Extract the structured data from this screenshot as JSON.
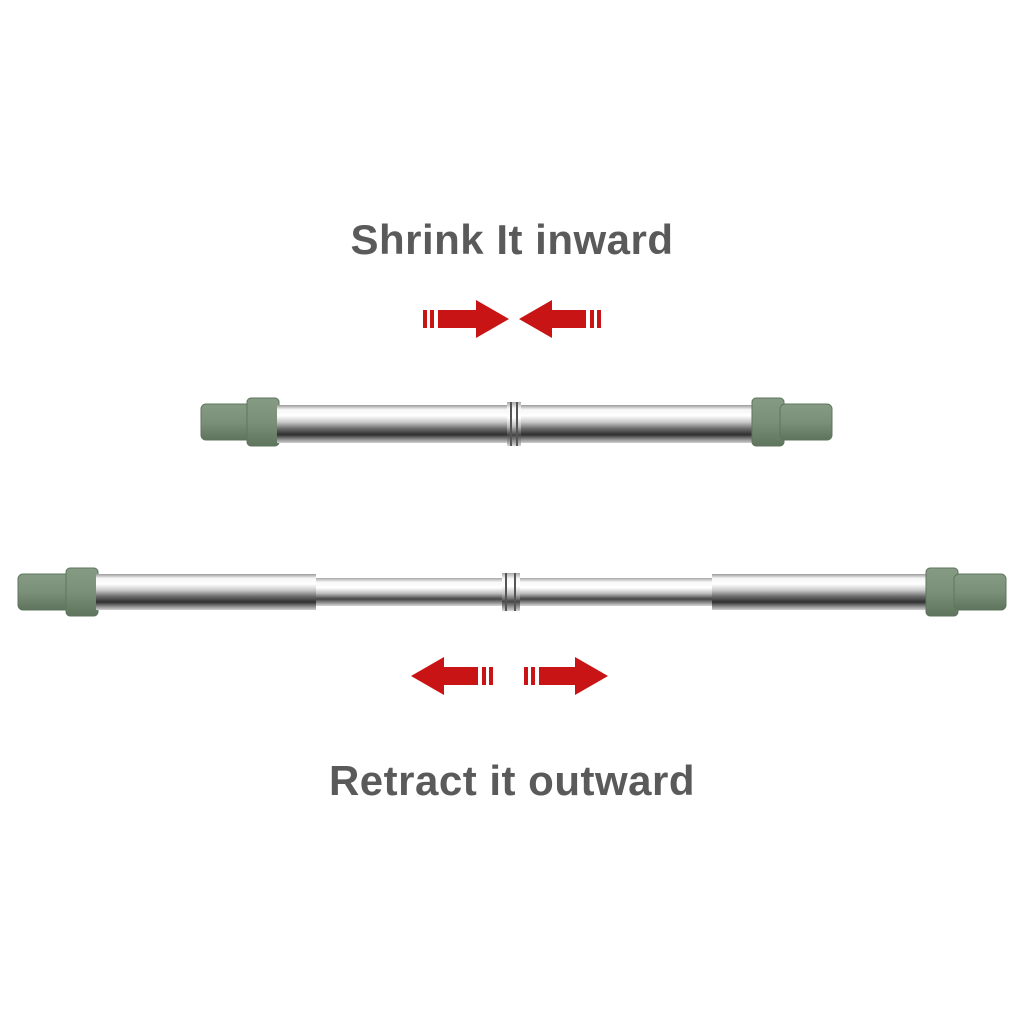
{
  "captions": {
    "top": "Shrink It inward",
    "bottom": "Retract it outward"
  },
  "colors": {
    "text": "#5a5a5a",
    "arrow": "#c81414",
    "end_cap": "#7d937a",
    "end_cap_dark": "#5f755d",
    "steel_light": "#f4f4f4",
    "steel_dark": "#3a3a3a",
    "background": "#ffffff"
  },
  "icons": {
    "inward_arrows": "arrows-pointing-inward",
    "outward_arrows": "arrows-pointing-outward",
    "rod": "telescopic-tension-rod"
  }
}
